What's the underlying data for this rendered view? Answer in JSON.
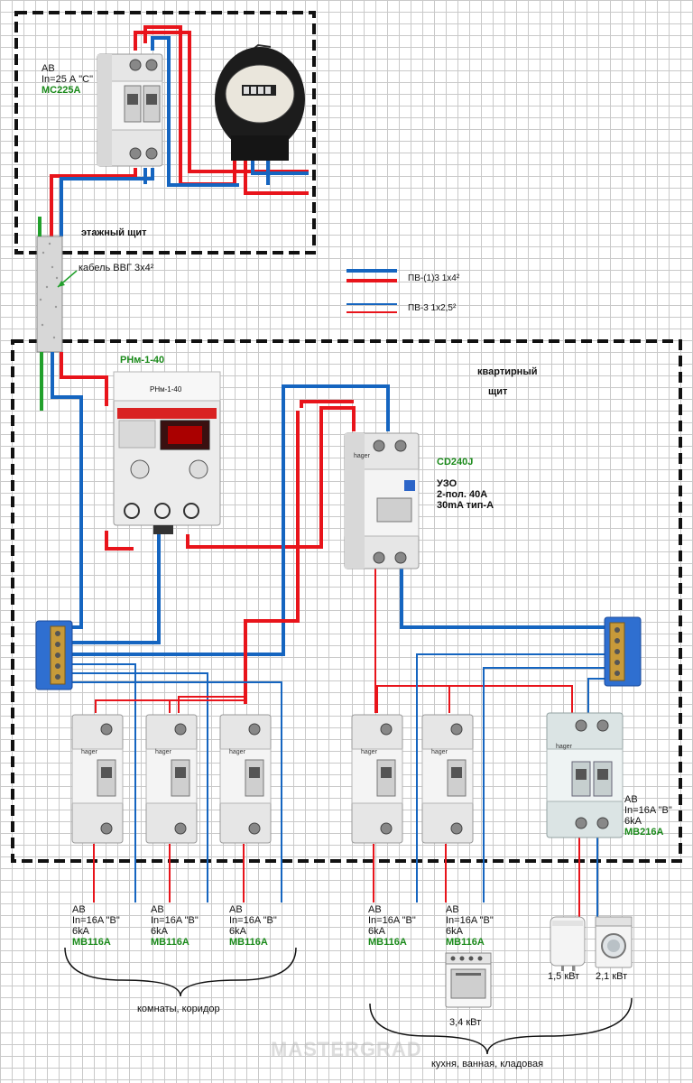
{
  "floor_panel": {
    "title": "этажный щит",
    "breaker": {
      "line1": "АВ",
      "line2": "In=25 А \"С\"",
      "model": "МС225А"
    }
  },
  "cable_label": "кабель ВВГ 3х4²",
  "legend": [
    {
      "label": "ПВ-(1)3  1х4²"
    },
    {
      "label": "ПВ-3  1х2,5²"
    }
  ],
  "apartment_panel": {
    "title_line1": "квартирный",
    "title_line2": "щит"
  },
  "relay": {
    "model_label": "РНм-1-40",
    "front_text": "РНм-1-40"
  },
  "rcd": {
    "model": "CD240J",
    "line1": "УЗО",
    "line2": "2-пол. 40А",
    "line3": "30mA тип-А"
  },
  "breakers": [
    {
      "line1": "АВ",
      "line2": "In=16A \"B\"",
      "line3": "6kA",
      "model": "MB116A"
    },
    {
      "line1": "АВ",
      "line2": "In=16A \"B\"",
      "line3": "6kA",
      "model": "MB116A"
    },
    {
      "line1": "АВ",
      "line2": "In=16A \"B\"",
      "line3": "6kA",
      "model": "MB116A"
    },
    {
      "line1": "АВ",
      "line2": "In=16A \"B\"",
      "line3": "6kA",
      "model": "MB116A"
    },
    {
      "line1": "АВ",
      "line2": "In=16A \"B\"",
      "line3": "6kA",
      "model": "MB116A"
    }
  ],
  "breaker_2pole": {
    "line1": "АВ",
    "line2": "In=16A \"B\"",
    "line3": "6kA",
    "model": "MB216A"
  },
  "loads": [
    {
      "power": "3,4 кВт"
    },
    {
      "power": "1,5 кВт"
    },
    {
      "power": "2,1 кВт"
    }
  ],
  "groups": [
    {
      "label": "комнаты, коридор"
    },
    {
      "label": "кухня,  ванная,  кладовая"
    }
  ],
  "device_brand": "hager",
  "watermark": "MASTERGRAD",
  "colors": {
    "phase": "#e8141b",
    "neutral": "#1565c0",
    "earth": "#22a02c",
    "border": "#111111"
  }
}
